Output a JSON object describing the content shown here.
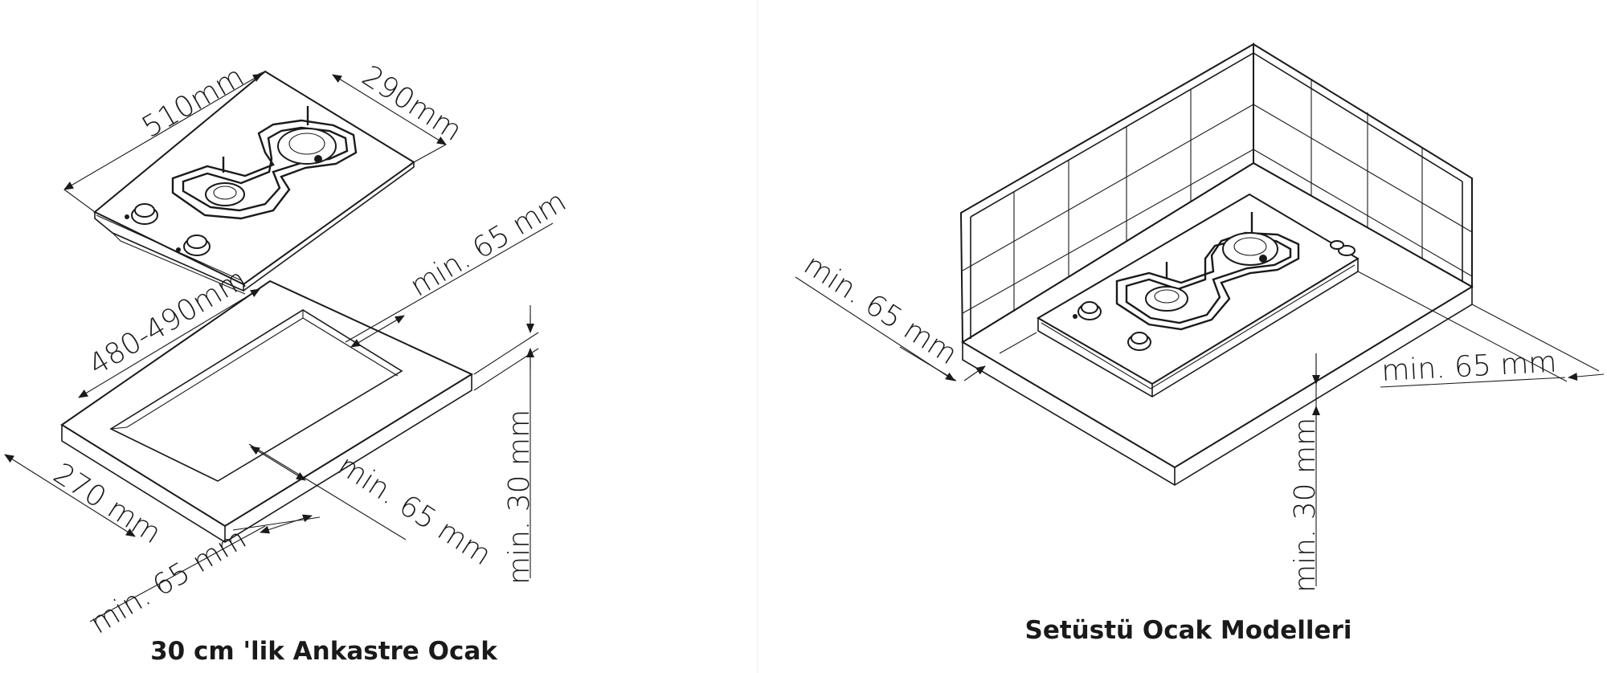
{
  "left_figure": {
    "caption": "30 cm 'lik Ankastre Ocak",
    "dimensions": {
      "hob_length": "510mm",
      "hob_width": "290mm",
      "cutout_length": "480-490mm",
      "cutout_width": "270 mm",
      "clearance_back": "min. 65 mm",
      "clearance_side": "min. 65 mm",
      "clearance_front": "min. 65 mm",
      "clearance_below": "min. 30 mm"
    }
  },
  "right_figure": {
    "caption": "Setüstü Ocak Modelleri",
    "dimensions": {
      "clearance_left": "min. 65 mm",
      "clearance_right": "min. 65 mm",
      "clearance_below": "min. 30 mm"
    }
  },
  "colors": {
    "line": "#1a1a1a",
    "background": "#ffffff"
  }
}
